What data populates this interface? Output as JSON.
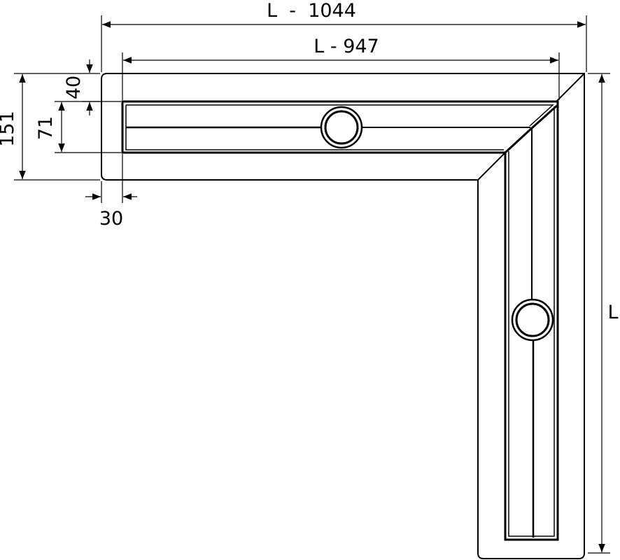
{
  "dimensions": {
    "overall_width": "L  -  1044",
    "inner_width": "L - 947",
    "height_right": "L",
    "depth_left": "151",
    "channel_width": "71",
    "top_offset": "40",
    "side_offset": "30"
  },
  "colors": {
    "line": "#000000",
    "background": "#ffffff"
  }
}
